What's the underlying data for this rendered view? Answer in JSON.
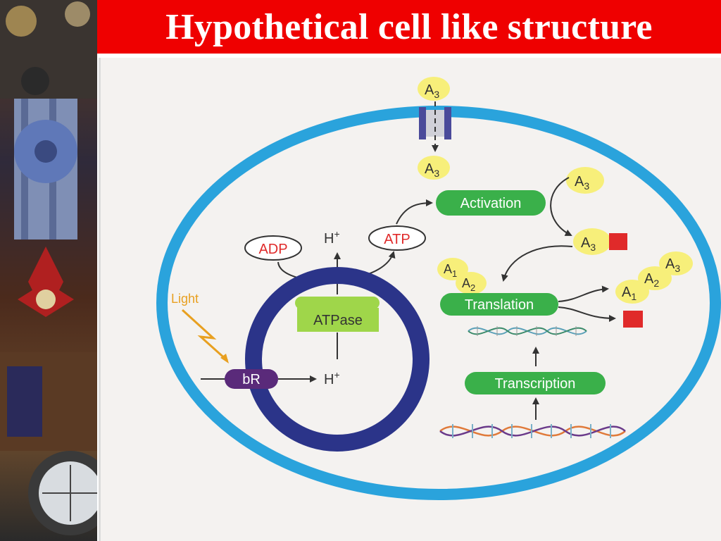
{
  "title": "Hypothetical cell like structure",
  "colors": {
    "title_bg": "#ef0000",
    "membrane": "#2aa3dc",
    "vesicle": "#2b3489",
    "pill_green": "#3ab04a",
    "atpase_green": "#9fd64a",
    "molecule_yellow": "#f7ef7a",
    "square_red": "#e02a2a",
    "br_purple": "#5a2a7a",
    "light_orange": "#e8a020"
  },
  "labels": {
    "a3_outside": "A",
    "a3_inside": "A",
    "a3_right": "A",
    "a3_bound": "A",
    "subscript_3": "3",
    "subscript_1": "1",
    "subscript_2": "2",
    "activation": "Activation",
    "adp": "ADP",
    "atp": "ATP",
    "h_plus_top": "H",
    "h_plus_bottom": "H",
    "plus": "+",
    "atpase": "ATPase",
    "light": "Light",
    "br": "bR",
    "translation": "Translation",
    "transcription": "Transcription",
    "a1": "A",
    "a2": "A",
    "a1_out": "A",
    "a2_out": "A",
    "a3_out": "A"
  },
  "icons": [
    "channel-icon",
    "lightning-icon",
    "dna-helix-icon",
    "collage-image"
  ]
}
